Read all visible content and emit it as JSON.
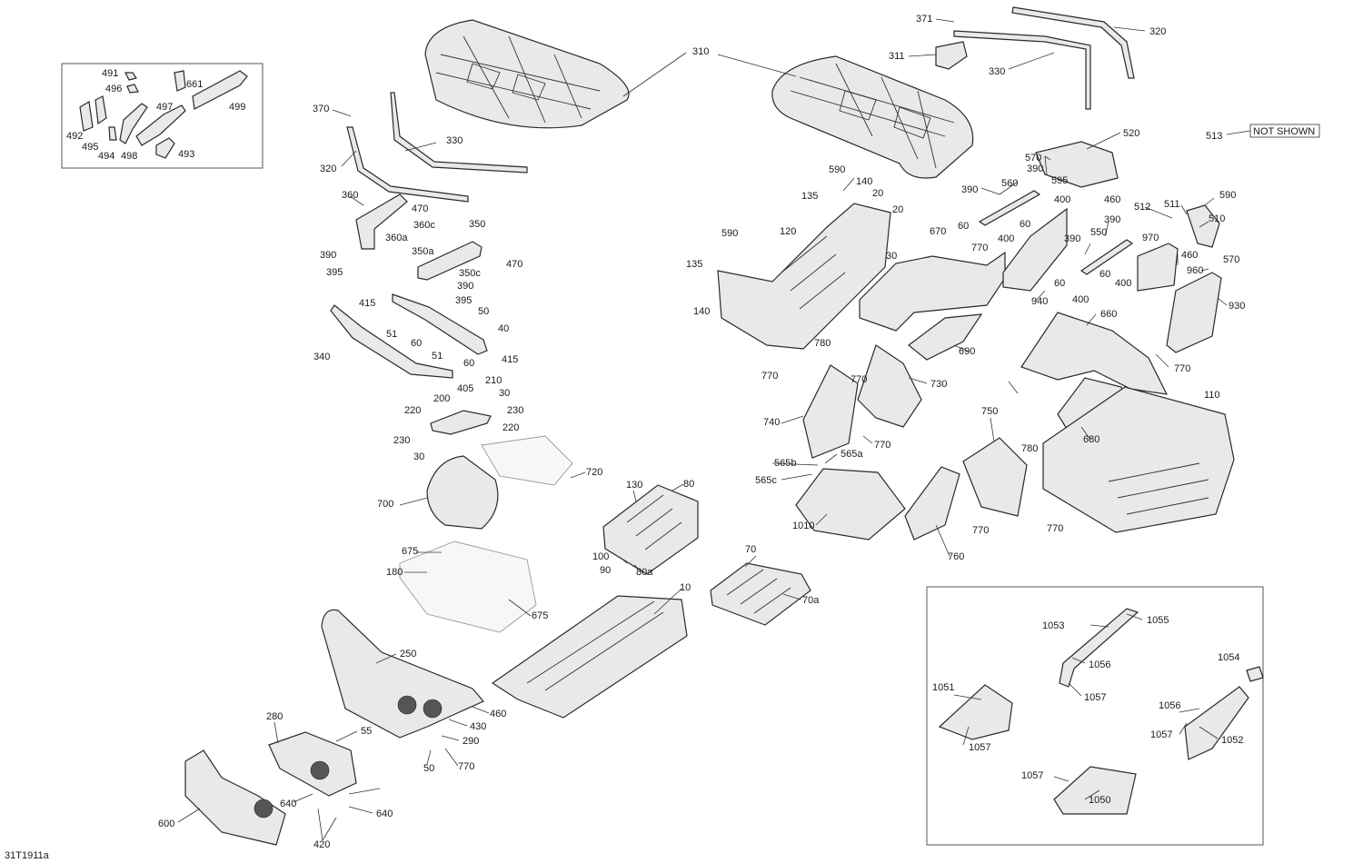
{
  "figure_code": "31T1911a",
  "not_shown_label": "NOT SHOWN",
  "callouts": [
    "10",
    "20",
    "20",
    "30",
    "30",
    "30",
    "40",
    "50",
    "50",
    "51",
    "51",
    "55",
    "60",
    "60",
    "60",
    "60",
    "60",
    "60",
    "70",
    "70a",
    "80",
    "80a",
    "90",
    "100",
    "110",
    "120",
    "130",
    "135",
    "135",
    "140",
    "140",
    "180",
    "200",
    "210",
    "220",
    "220",
    "230",
    "230",
    "250",
    "280",
    "290",
    "310",
    "311",
    "320",
    "320",
    "330",
    "330",
    "340",
    "350",
    "350a",
    "350c",
    "360",
    "360a",
    "360c",
    "370",
    "371",
    "390",
    "390",
    "390",
    "390",
    "390",
    "390",
    "395",
    "395",
    "400",
    "400",
    "400",
    "400",
    "405",
    "415",
    "415",
    "420",
    "430",
    "460",
    "460",
    "460",
    "470",
    "470",
    "491",
    "492",
    "493",
    "494",
    "495",
    "496",
    "497",
    "498",
    "499",
    "510",
    "511",
    "512",
    "513",
    "520",
    "550",
    "560",
    "565a",
    "565b",
    "565c",
    "570",
    "570",
    "590",
    "590",
    "590",
    "595",
    "600",
    "640",
    "640",
    "660",
    "661",
    "670",
    "675",
    "675",
    "680",
    "690",
    "700",
    "720",
    "730",
    "740",
    "750",
    "760",
    "770",
    "770",
    "770",
    "770",
    "770",
    "770",
    "770",
    "770",
    "780",
    "780",
    "930",
    "940",
    "960",
    "970",
    "1010",
    "1050",
    "1051",
    "1052",
    "1053",
    "1054",
    "1055",
    "1056",
    "1056",
    "1057",
    "1057",
    "1057",
    "1057"
  ]
}
